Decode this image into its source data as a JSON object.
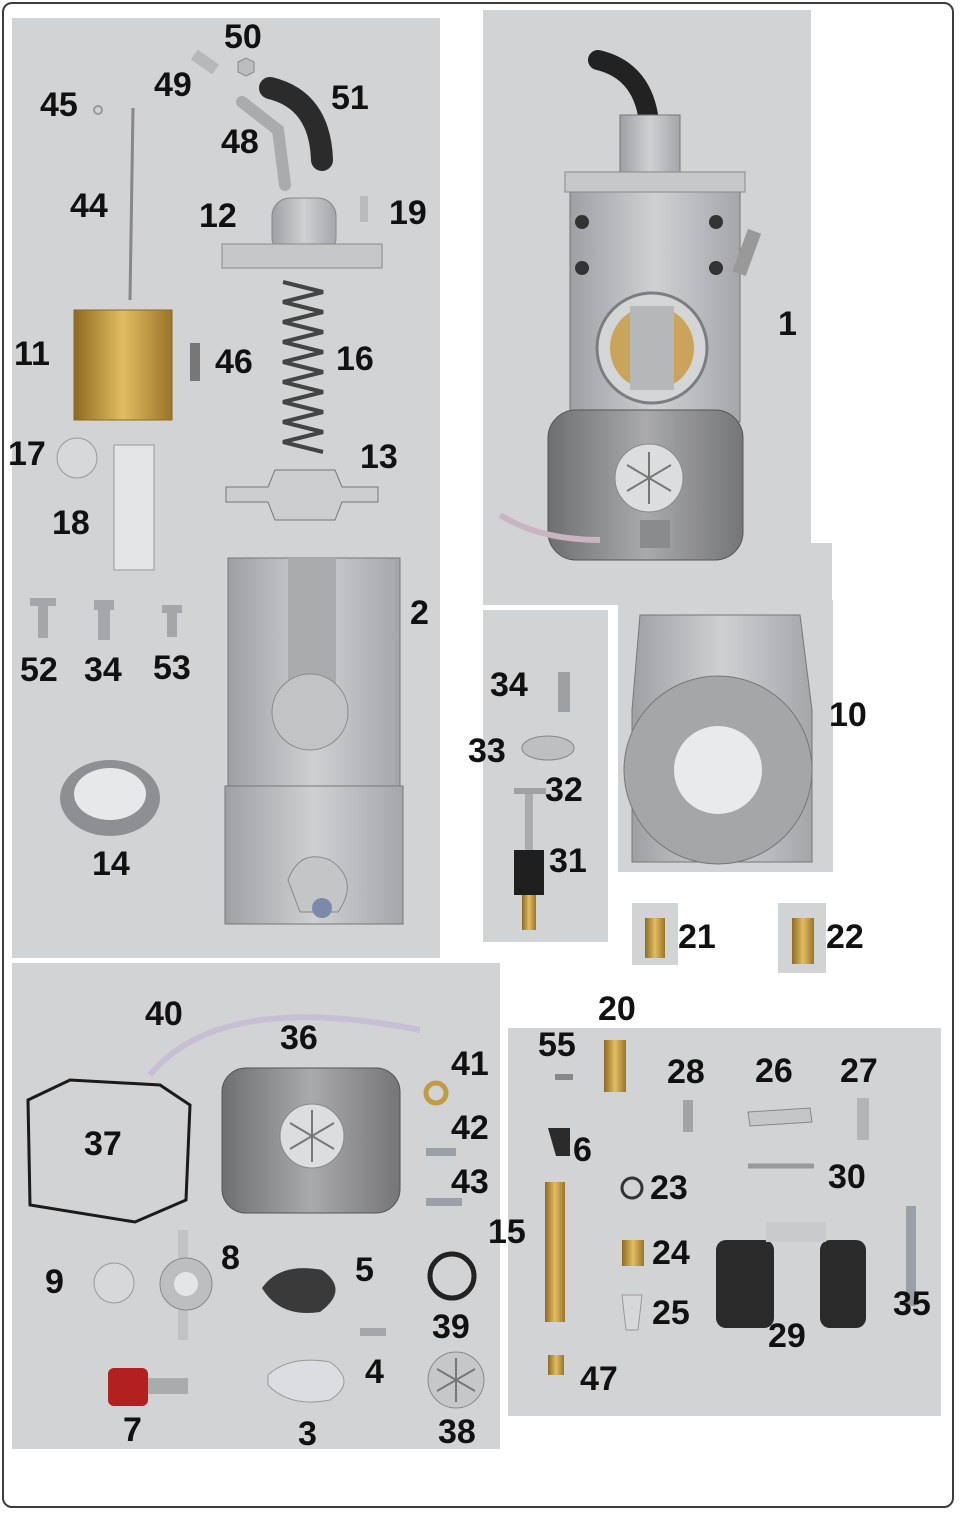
{
  "colors": {
    "background": "#d2d3d5",
    "aluminum": "#b9babc",
    "aluminum_dark": "#8e9093",
    "aluminum_light": "#e2e3e5",
    "brass": "#c99a3a",
    "black_rubber": "#2a2a2a",
    "red_anodized": "#b32020",
    "label": "#111111",
    "frame": "#3c3c3c"
  },
  "labels": {
    "p1": "1",
    "p2": "2",
    "p3": "3",
    "p4": "4",
    "p5": "5",
    "p6": "6",
    "p7": "7",
    "p8": "8",
    "p9": "9",
    "p10": "10",
    "p11": "11",
    "p12": "12",
    "p13": "13",
    "p14": "14",
    "p15": "15",
    "p16": "16",
    "p17": "17",
    "p18": "18",
    "p19": "19",
    "p20": "20",
    "p21": "21",
    "p22": "22",
    "p23": "23",
    "p24": "24",
    "p25": "25",
    "p26": "26",
    "p27": "27",
    "p28": "28",
    "p29": "29",
    "p30": "30",
    "p31": "31",
    "p32": "32",
    "p33": "33",
    "p34a": "34",
    "p34b": "34",
    "p35": "35",
    "p36": "36",
    "p37": "37",
    "p38": "38",
    "p39": "39",
    "p40": "40",
    "p41": "41",
    "p42": "42",
    "p43": "43",
    "p44": "44",
    "p45": "45",
    "p46": "46",
    "p47": "47",
    "p48": "48",
    "p49": "49",
    "p50": "50",
    "p51": "51",
    "p52": "52",
    "p53": "53",
    "p55": "55"
  }
}
